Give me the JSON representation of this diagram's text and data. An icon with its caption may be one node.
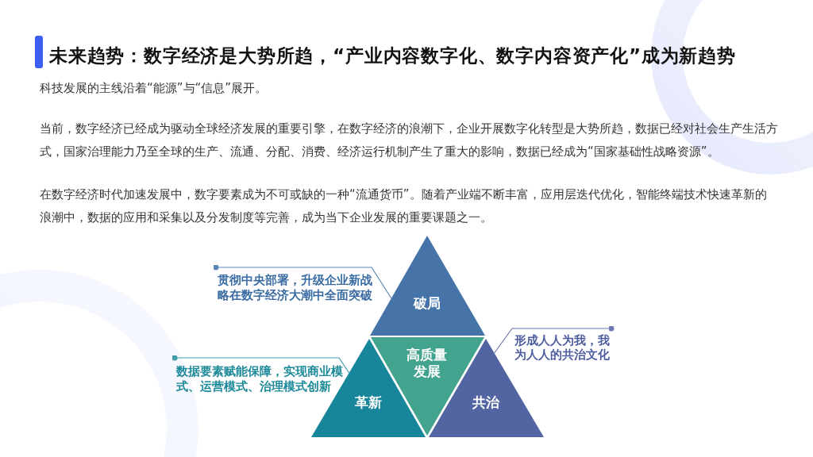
{
  "diagram": {
    "title": "未来趋势：数字经济是大势所趋，“产业内容数字化、数字内容资产化”成为新趋势",
    "nodes": [
      {
        "text": [
          "破局"
        ]
      },
      {
        "text": [
          "高质量发展"
        ]
      },
      {
        "text": [
          "革新"
        ]
      },
      {
        "text": [
          "共治"
        ]
      },
      {
        "text": [
          "贯彻中央部署，升级企业新战略在数字经济大潮中全面突破"
        ]
      },
      {
        "text": [
          "数据要素赋能保障，实现商业模式、运营模式、治理模式创新"
        ]
      },
      {
        "text": [
          "形成人人为我，我为人人的共治文化"
        ]
      }
    ],
    "edges": [
      {
        "from": 4,
        "to": 0,
        "arrow": "other",
        "color": "#5d86b8"
      },
      {
        "from": 5,
        "to": 2,
        "arrow": "other",
        "color": "#3d9dab"
      },
      {
        "from": 6,
        "to": 3,
        "arrow": "other",
        "color": "#6b78b4"
      }
    ],
    "labels": [
      "科技发展的主线沿着“能源”与“信息”展开。",
      "当前，数字经济已经成为驱动全球经济发展的重要引擎，在数字经济的浪潮下，企业开展数字化转型是大势所趋，数据已经对社会生产生活方式，国家治理能力乃至全球的生产、流通、分配、消费、经济运行机制产生了重大的影响，数据已经成为“国家基础性战略资源”。",
      "在数字经济时代加速发展中，数字要素成为不可或缺的一种“流通货币”。随着产业端不断丰富，应用层迭代优化，智能终端技术快速革新的浪潮中，数据的应用和采集以及分发制度等完善，成为当下企业发展的重要课题之一。"
    ]
  }
}
